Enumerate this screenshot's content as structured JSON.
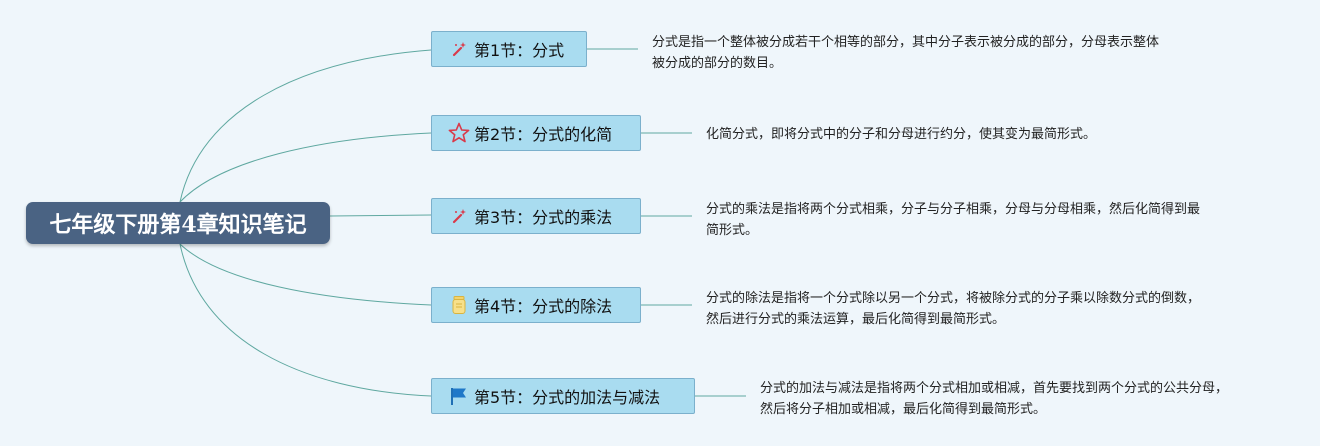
{
  "root": {
    "label": "七年级下册第4章知识笔记"
  },
  "branches": [
    {
      "label": "第1节：分式",
      "icon": "magic-wand-icon",
      "note": "分式是指一个整体被分成若干个相等的部分，其中分子表示被分成的部分，分母表示整体被分成的部分的数目。"
    },
    {
      "label": "第2节：分式的化简",
      "icon": "star-icon",
      "note": "化简分式，即将分式中的分子和分母进行约分，使其变为最简形式。"
    },
    {
      "label": "第3节：分式的乘法",
      "icon": "magic-wand-icon",
      "note": "分式的乘法是指将两个分式相乘，分子与分子相乘，分母与分母相乘，然后化简得到最简形式。"
    },
    {
      "label": "第4节：分式的除法",
      "icon": "jar-icon",
      "note": "分式的除法是指将一个分式除以另一个分式，将被除分式的分子乘以除数分式的倒数，然后进行分式的乘法运算，最后化简得到最简形式。"
    },
    {
      "label": "第5节：分式的加法与减法",
      "icon": "flag-icon",
      "note": "分式的加法与减法是指将两个分式相加或相减，首先要找到两个分式的公共分母，然后将分子相加或相减，最后化简得到最简形式。"
    }
  ],
  "colors": {
    "root_bg": "#4a6383",
    "branch_bg": "#a9dcf0",
    "line": "#5fa8a0"
  }
}
